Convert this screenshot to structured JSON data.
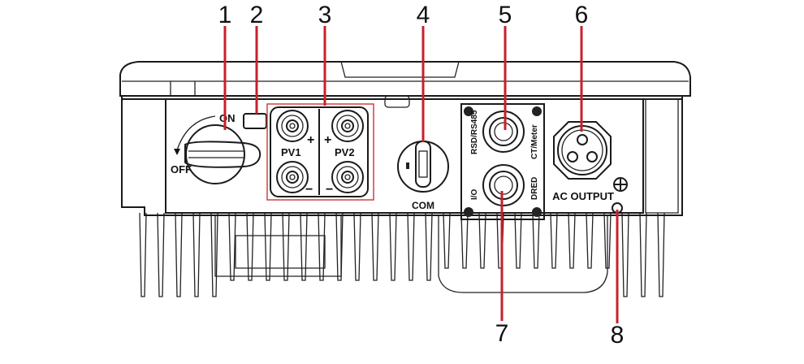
{
  "diagram": {
    "callouts": [
      "1",
      "2",
      "3",
      "4",
      "5",
      "6",
      "7",
      "8"
    ],
    "labels": {
      "on": "ON",
      "off": "OFF",
      "pv1": "PV1",
      "pv2": "PV2",
      "plus": "+",
      "minus": "−",
      "com": "COM",
      "rsd": "RSD/RS485",
      "ct": "CT/Meter",
      "io": "I/O",
      "dred": "DRED",
      "ac_output": "AC OUTPUT"
    },
    "colors": {
      "callout_line": "#c8202a",
      "outline": "#1a1a1a"
    }
  }
}
